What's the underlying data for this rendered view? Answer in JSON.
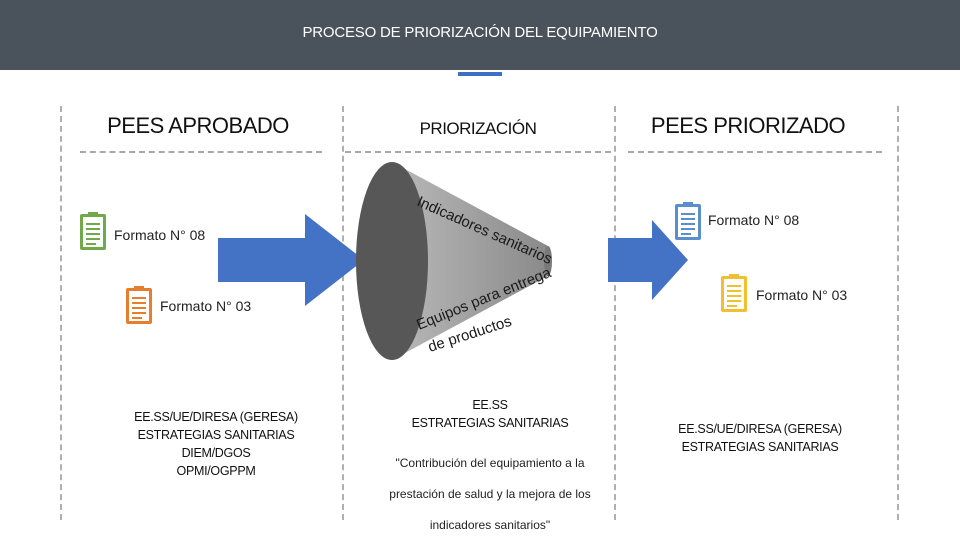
{
  "header": {
    "title": "PROCESO DE PRIORIZACIÓN DEL EQUIPAMIENTO"
  },
  "columns": {
    "left": {
      "title": "PEES APROBADO",
      "docs": [
        {
          "label": "Formato N° 08",
          "color": "#70a84a"
        },
        {
          "label": "Formato N° 03",
          "color": "#e67e2e"
        }
      ],
      "info_lines": [
        "EE.SS/UE/DIRESA (GERESA)",
        "ESTRATEGIAS SANITARIAS",
        "DIEM/DGOS",
        "OPMI/OGPPM"
      ]
    },
    "middle": {
      "title": "PRIORIZACIÓN",
      "funnel_text": [
        "Indicadores sanitarios",
        "Equipos para entrega",
        "de productos"
      ],
      "info_lines": [
        "EE.SS",
        "ESTRATEGIAS SANITARIAS"
      ],
      "quote_lines": [
        "\"Contribución del equipamiento a la",
        "prestación de salud y la mejora de los",
        "indicadores sanitarios\""
      ]
    },
    "right": {
      "title": "PEES PRIORIZADO",
      "docs": [
        {
          "label": "Formato N° 08",
          "color": "#5b8fcc"
        },
        {
          "label": "Formato N° 03",
          "color": "#f0c030"
        }
      ],
      "info_lines": [
        "EE.SS/UE/DIRESA (GERESA)",
        "ESTRATEGIAS SANITARIAS"
      ]
    }
  },
  "colors": {
    "header_bg": "#4a525c",
    "arrow": "#4472c4",
    "funnel": "#8c8c8c"
  }
}
